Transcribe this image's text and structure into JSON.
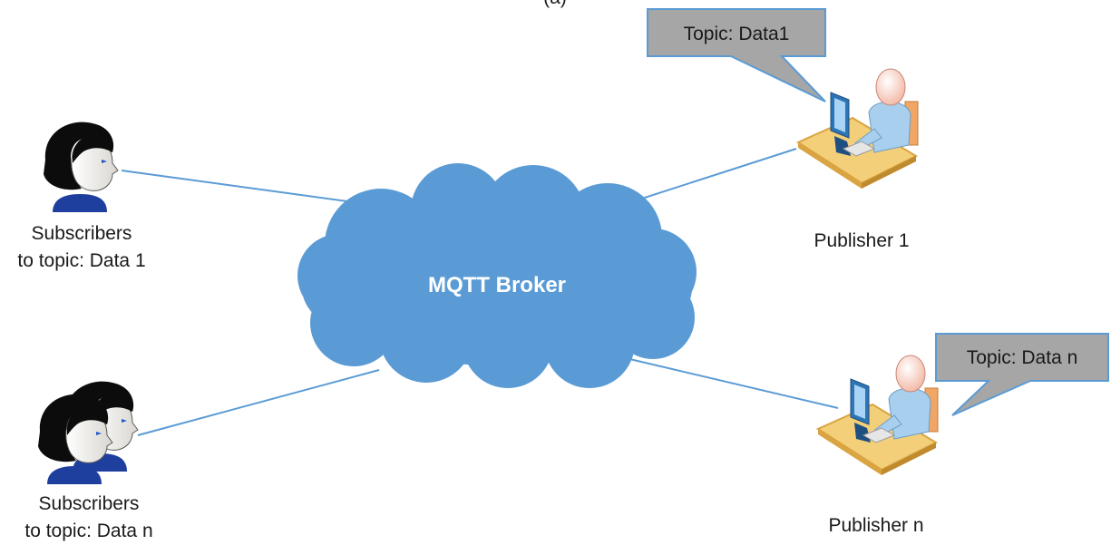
{
  "broker": {
    "label": "MQTT Broker",
    "color": "#5b9bd5"
  },
  "subscribers": [
    {
      "line1": "Subscribers",
      "line2": "to topic: Data 1"
    },
    {
      "line1": "Subscribers",
      "line2": "to topic: Data n"
    }
  ],
  "publishers": [
    {
      "label": "Publisher 1",
      "topic": "Topic: Data1"
    },
    {
      "label": "Publisher n",
      "topic": "Topic: Data n"
    }
  ],
  "top_fragment": "(a)",
  "colors": {
    "connector": "#5b9bd5",
    "callout_fill": "#a6a6a6",
    "callout_border": "#5b9bd5",
    "desk": "#f3cf7a",
    "desk_edge": "#d9a441",
    "person_body": "#a9cfee",
    "monitor": "#2e75b6"
  },
  "icons": [
    "person-head-icon",
    "group-heads-icon",
    "desk-computer-icon",
    "cloud-icon"
  ]
}
